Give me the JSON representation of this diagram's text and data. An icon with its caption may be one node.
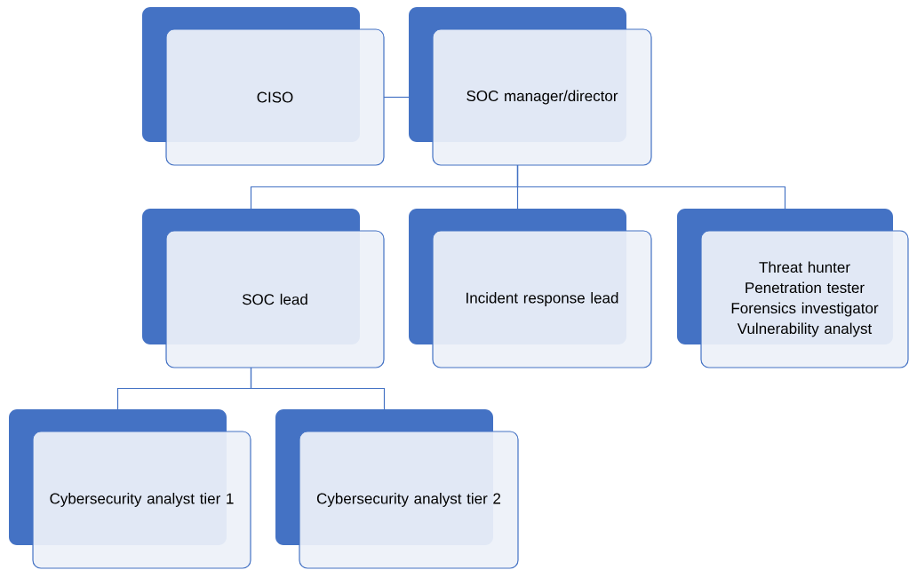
{
  "diagram": {
    "nodes": [
      {
        "text": [
          "CISO"
        ]
      },
      {
        "text": [
          "SOC manager/director"
        ]
      },
      {
        "text": [
          "SOC lead"
        ]
      },
      {
        "text": [
          "Incident response lead"
        ]
      },
      {
        "text": [
          "Threat hunter",
          "Penetration tester",
          "Forensics investigator",
          "Vulnerability analyst"
        ]
      },
      {
        "text": [
          "Cybersecurity analyst tier 1"
        ]
      },
      {
        "text": [
          "Cybersecurity analyst tier 2"
        ]
      }
    ],
    "edges": [
      {
        "from": 0,
        "to": 1,
        "arrow": "none"
      },
      {
        "from": 1,
        "to": 2,
        "arrow": "none"
      },
      {
        "from": 1,
        "to": 3,
        "arrow": "none"
      },
      {
        "from": 1,
        "to": 4,
        "arrow": "none"
      },
      {
        "from": 2,
        "to": 5,
        "arrow": "none"
      },
      {
        "from": 2,
        "to": 6,
        "arrow": "none"
      }
    ]
  }
}
